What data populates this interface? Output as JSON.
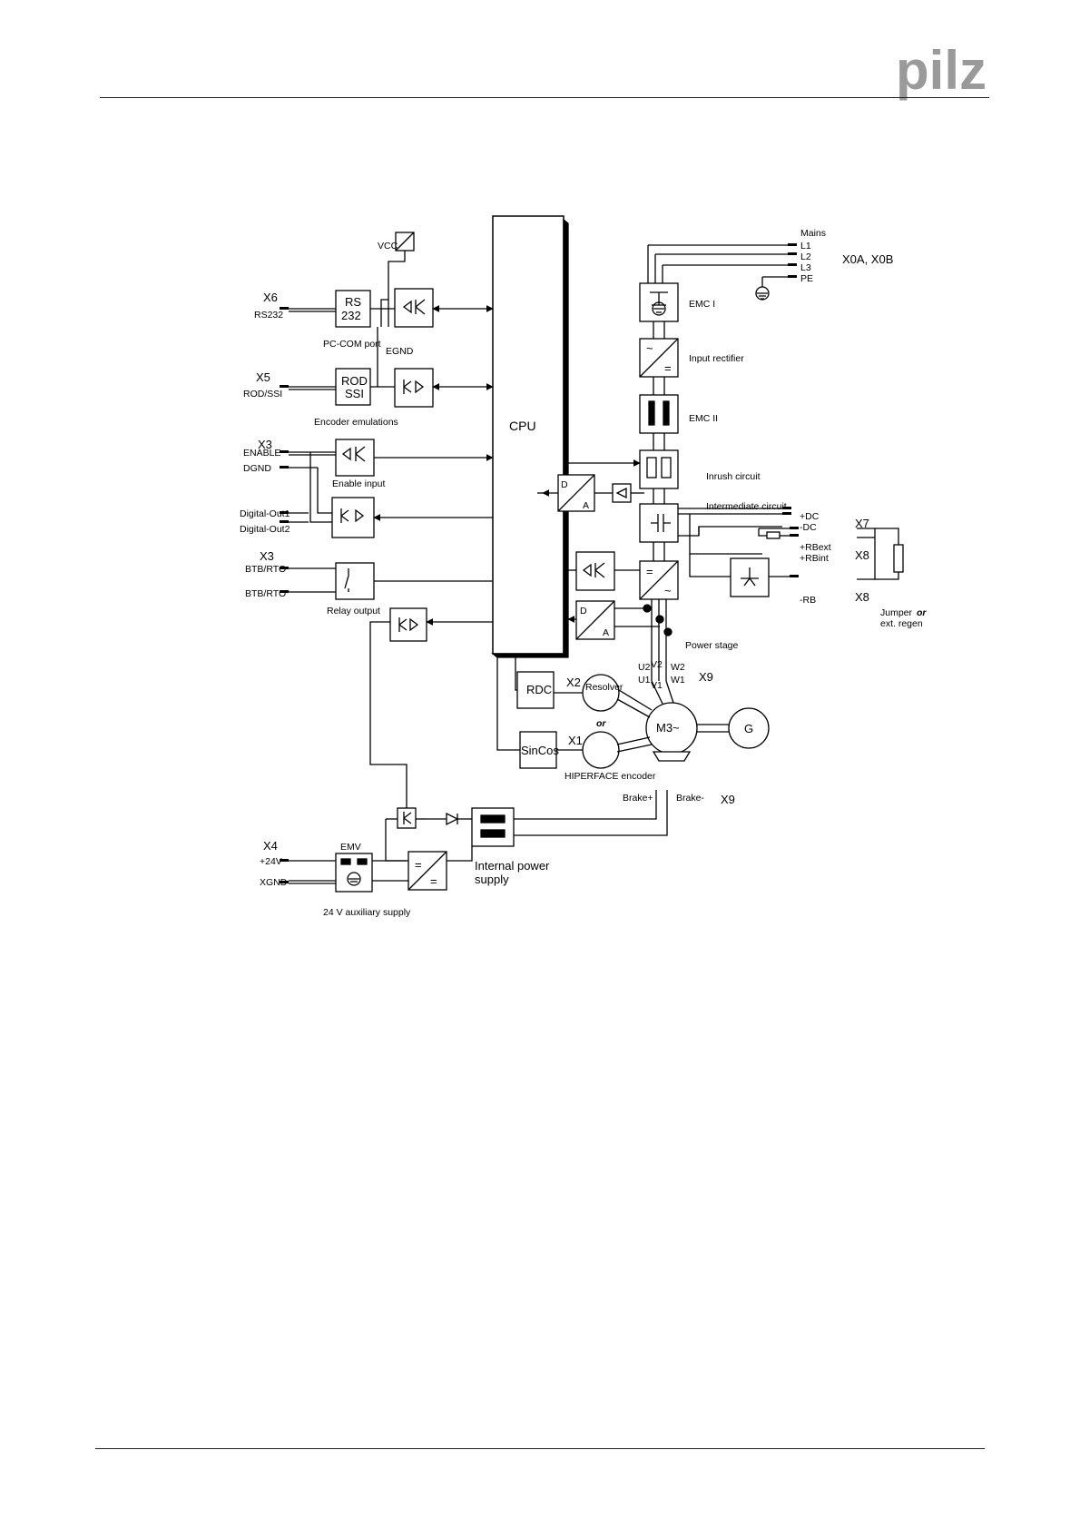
{
  "brand": {
    "logo_text": "pilz",
    "logo_color": "#9a9a9a"
  },
  "diagram": {
    "cpu": "CPU",
    "vcc": "VCC",
    "egnd": "EGND",
    "x6": "X6",
    "rs232_port": "RS232",
    "rs232_block": [
      "RS",
      "232"
    ],
    "pc_com_port": "PC-COM port",
    "x5": "X5",
    "rod_ssi_port": "ROD/SSI",
    "rod_block": [
      "ROD",
      "SSI"
    ],
    "encoder_emulations": "Encoder emulations",
    "x3_top": "X3",
    "enable": "ENABLE",
    "dgnd": "DGND",
    "enable_input": "Enable input",
    "digital_out1": "Digital-Out1",
    "digital_out2": "Digital-Out2",
    "x3_bottom": "X3",
    "btb_rto_1": "BTB/RTO",
    "btb_rto_2": "BTB/RTO",
    "relay_output": "Relay output",
    "da_1": [
      "D",
      "A"
    ],
    "da_2": [
      "D",
      "A"
    ],
    "mains": "Mains",
    "l1": "L1",
    "l2": "L2",
    "l3": "L3",
    "pe": "PE",
    "x0": "X0A, X0B",
    "emc1": "EMC I",
    "input_rectifier": "Input rectifier",
    "emc2": "EMC II",
    "inrush": "Inrush circuit",
    "intermediate": "Intermediate circuit",
    "plus_dc": "+DC",
    "minus_dc": "-DC",
    "x7": "X7",
    "rbext": "+RBext",
    "rbint": "+RBint",
    "x8_top": "X8",
    "minus_rb": "-RB",
    "x8_bottom": "X8",
    "jumper": "Jumper",
    "or_word": "or",
    "ext_regen": "ext. regen",
    "power_stage": "Power stage",
    "u2": "U2",
    "v2": "V2",
    "w2": "W2",
    "u1": "U1",
    "v1": "V1",
    "w1": "W1",
    "x9_top": "X9",
    "resolver": "Resolver",
    "rdc": "RDC",
    "x2": "X2",
    "or_between": "or",
    "motor": "M3~",
    "generator": "G",
    "sincos": "SinCos",
    "x1": "X1",
    "hiperface": "HIPERFACE encoder",
    "brake_plus": "Brake+",
    "brake_minus": "Brake-",
    "x9_bottom": "X9",
    "x4": "X4",
    "emv": "EMV",
    "p24v": "+24V",
    "xgnd": "XGND",
    "aux_supply": "24 V auxiliary supply",
    "internal_supply": [
      "Internal power",
      "supply"
    ],
    "tilde": "~",
    "equals": "="
  }
}
